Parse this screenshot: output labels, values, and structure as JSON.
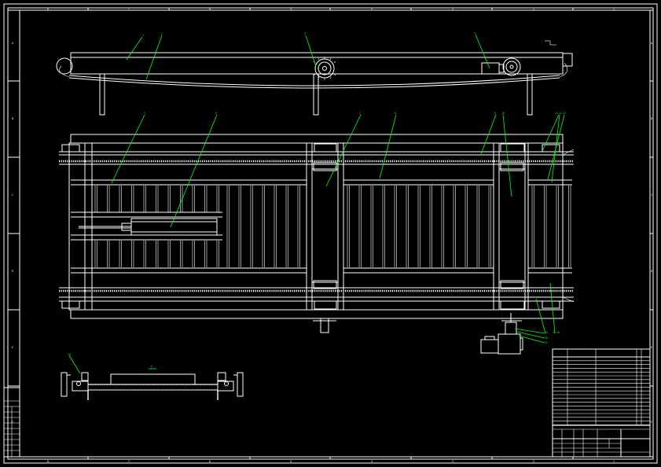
{
  "drawing": {
    "section_label": "A",
    "colors": {
      "background": "#000000",
      "lines": "#ffffff",
      "leaders": "#00ff00"
    }
  },
  "border": {
    "column_zones": [
      "8",
      "7",
      "6",
      "5",
      "4",
      "3",
      "2",
      "1"
    ],
    "row_zones": [
      "A",
      "B",
      "C",
      "D",
      "E",
      "F"
    ]
  },
  "balloons": {
    "top_view": [
      "1",
      "2",
      "3",
      "4"
    ],
    "plan_view": [
      "5",
      "6",
      "7",
      "8",
      "9",
      "10",
      "11",
      "12",
      "13",
      "14"
    ],
    "drive": [
      "15",
      "16",
      "17",
      "18"
    ],
    "section": [
      "19"
    ]
  }
}
